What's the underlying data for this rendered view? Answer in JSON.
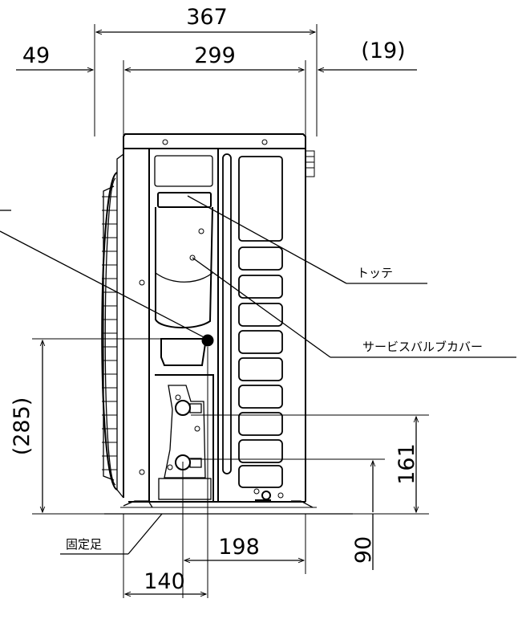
{
  "dimensions": {
    "overall_width": "367",
    "body_width": "299",
    "left_offset": "49",
    "right_offset": "(19)",
    "height_285": "(285)",
    "height_161": "161",
    "height_90": "90",
    "width_198": "198",
    "width_140": "140"
  },
  "labels": {
    "handle": "トッテ",
    "service_valve_cover": "サービスバルブカバー",
    "fixing_foot": "固定足"
  }
}
